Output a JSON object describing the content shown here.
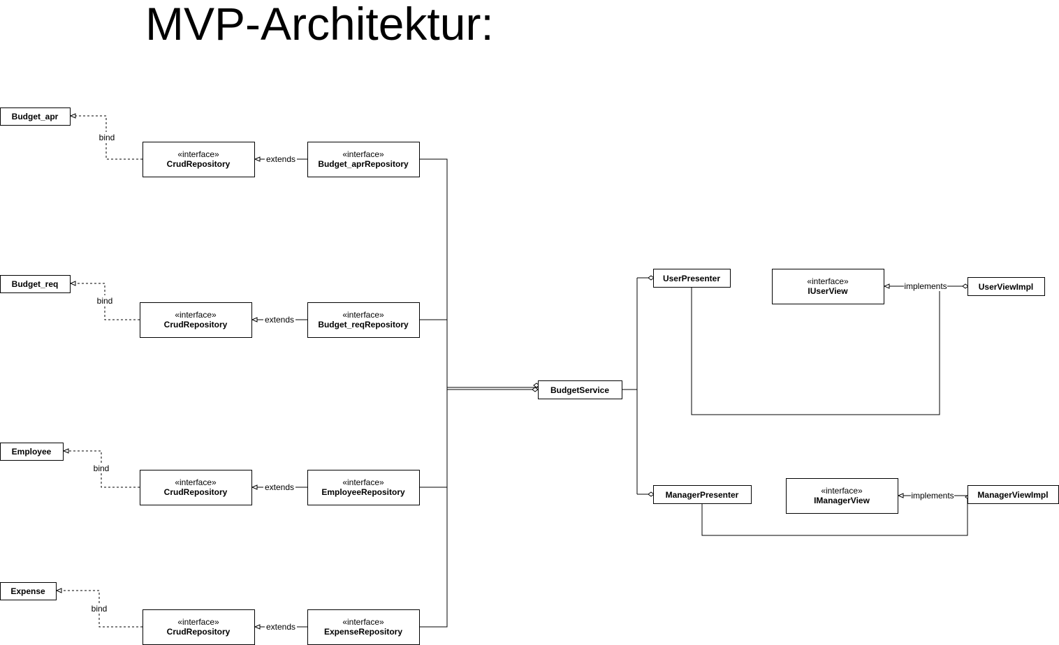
{
  "title": "MVP-Architektur:",
  "stereotype": "«interface»",
  "entities": {
    "budget_apr": "Budget_apr",
    "budget_req": "Budget_req",
    "employee": "Employee",
    "expense": "Expense"
  },
  "interfaces": {
    "crud": "CrudRepository",
    "budget_apr_repo": "Budget_aprRepository",
    "budget_req_repo": "Budget_reqRepository",
    "employee_repo": "EmployeeRepository",
    "expense_repo": "ExpenseRepository",
    "iuserview": "IUserView",
    "imanagerview": "IManagerView"
  },
  "classes": {
    "budget_service": "BudgetService",
    "user_presenter": "UserPresenter",
    "manager_presenter": "ManagerPresenter",
    "user_view_impl": "UserViewImpl",
    "manager_view_impl": "ManagerViewImpl"
  },
  "edge_labels": {
    "bind": "bind",
    "extends": "extends",
    "implements": "implements"
  }
}
